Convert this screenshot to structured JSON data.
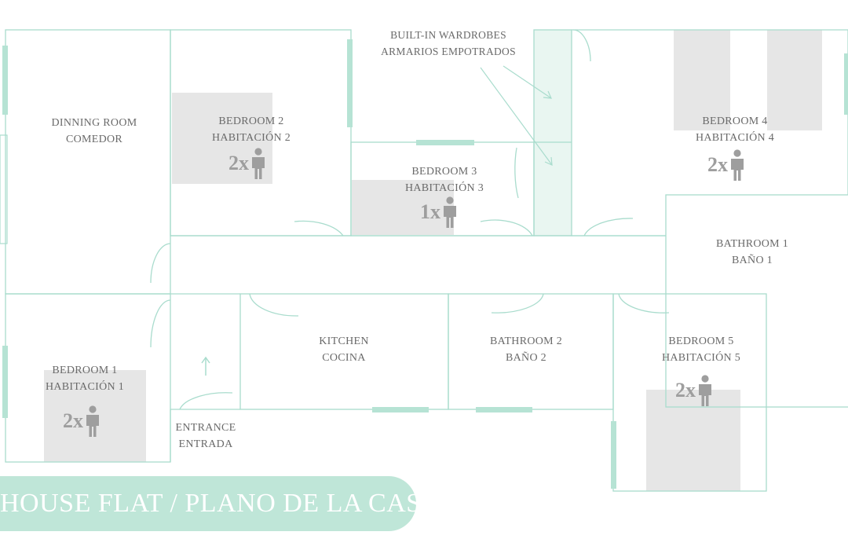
{
  "colors": {
    "wall": "#a9dccd",
    "window": "#b6e3d4",
    "bed": "#e6e6e6",
    "text": "#6a6a6a",
    "accent": "#bfe6d8"
  },
  "title": "HOUSE FLAT / PLANO DE LA CASA",
  "wardrobe_note": {
    "line1": "BUILT-IN WARDROBES",
    "line2": "ARMARIOS EMPOTRADOS"
  },
  "rooms": {
    "dining": {
      "en": "DINNING ROOM",
      "es": "COMEDOR"
    },
    "bedroom1": {
      "en": "BEDROOM 1",
      "es": "HABITACIÓN 1"
    },
    "bedroom2": {
      "en": "BEDROOM 2",
      "es": "HABITACIÓN 2"
    },
    "bedroom3": {
      "en": "BEDROOM 3",
      "es": "HABITACIÓN 3"
    },
    "bedroom4": {
      "en": "BEDROOM 4",
      "es": "HABITACIÓN 4"
    },
    "bedroom5": {
      "en": "BEDROOM 5",
      "es": "HABITACIÓN 5"
    },
    "bathroom1": {
      "en": "BATHROOM 1",
      "es": "BAÑO 1"
    },
    "bathroom2": {
      "en": "BATHROOM 2",
      "es": "BAÑO 2"
    },
    "kitchen": {
      "en": "KITCHEN",
      "es": "COCINA"
    },
    "entrance": {
      "en": "ENTRANCE",
      "es": "ENTRADA"
    }
  },
  "capacity": {
    "bedroom1": "2x",
    "bedroom2": "2x",
    "bedroom3": "1x",
    "bedroom4": "2x",
    "bedroom5": "2x"
  },
  "icons": {
    "person": "person-icon",
    "entry_arrow": "arrow-up-icon"
  }
}
